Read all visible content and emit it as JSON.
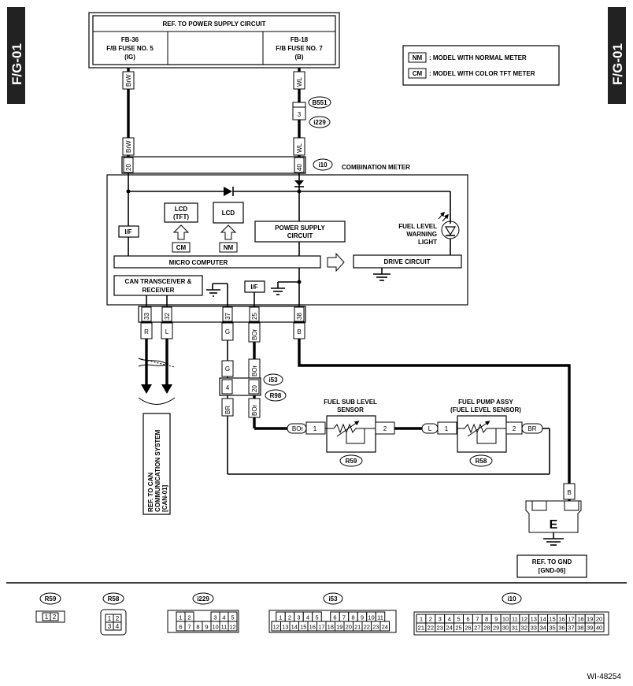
{
  "section_tag": "F/G-01",
  "power_box": {
    "title": "REF. TO POWER SUPPLY CIRCUIT",
    "left": [
      "FB-36",
      "F/B FUSE NO. 5",
      "(IG)"
    ],
    "right": [
      "FB-18",
      "F/B FUSE NO. 7",
      "(B)"
    ]
  },
  "legend": [
    {
      "code": "NM",
      "text": ": MODEL WITH NORMAL METER"
    },
    {
      "code": "CM",
      "text": ": MODEL WITH COLOR TFT METER"
    }
  ],
  "connectors": {
    "b551": "B551",
    "i229": "i229",
    "i10": "i10",
    "i53": "i53",
    "r98": "R98",
    "r59": "R59",
    "r58": "R58",
    "e": "E"
  },
  "meter": {
    "title": "COMBINATION METER",
    "lcd_tft": [
      "LCD",
      "(TFT)"
    ],
    "lcd": "LCD",
    "cm": "CM",
    "nm": "NM",
    "power_supply": [
      "POWER SUPPLY",
      "CIRCUIT"
    ],
    "fuel_light": [
      "FUEL LEVEL",
      "WARNING",
      "LIGHT"
    ],
    "micro": "MICRO COMPUTER",
    "drive": "DRIVE CIRCUIT",
    "can": [
      "CAN TRANSCEIVER &",
      "RECEIVER"
    ],
    "if_label": "I/F"
  },
  "wires": {
    "brw": "BrW",
    "wl": "WL",
    "r": "R",
    "l": "L",
    "g": "G",
    "bor": "BOr",
    "b": "B",
    "br": "BR"
  },
  "pins": {
    "p20": "20",
    "p40": "40",
    "p3": "3",
    "p33": "33",
    "p32": "32",
    "p37": "37",
    "p25": "25",
    "p38": "38",
    "p4": "4",
    "p1": "1",
    "p2": "2"
  },
  "sub_sensor": [
    "FUEL SUB LEVEL",
    "SENSOR"
  ],
  "pump_assy": [
    "FUEL PUMP ASSY",
    "(FUEL LEVEL SENSOR)"
  ],
  "can_ref": [
    "REF. TO CAN",
    "COMMUNICATION SYSTEM",
    "[CAN-01]"
  ],
  "gnd_ref": [
    "REF. TO GND",
    "[GND-06]"
  ],
  "footer": {
    "r59_pins": [
      "1",
      "2"
    ],
    "r58_pins": [
      "1",
      "2",
      "3",
      "4"
    ],
    "i229_pins": [
      "1",
      "2",
      "3",
      "4",
      "5",
      "6",
      "7",
      "8",
      "9",
      "10",
      "11",
      "12"
    ],
    "i53_pins": [
      "1",
      "2",
      "3",
      "4",
      "5",
      "6",
      "7",
      "8",
      "9",
      "10",
      "11",
      "12",
      "13",
      "14",
      "15",
      "16",
      "17",
      "18",
      "19",
      "20",
      "21",
      "22",
      "23",
      "24"
    ],
    "i10_pins": [
      "1",
      "2",
      "3",
      "4",
      "5",
      "6",
      "7",
      "8",
      "9",
      "10",
      "11",
      "12",
      "13",
      "14",
      "15",
      "16",
      "17",
      "18",
      "19",
      "20",
      "21",
      "22",
      "23",
      "24",
      "25",
      "26",
      "27",
      "28",
      "29",
      "30",
      "31",
      "32",
      "33",
      "34",
      "35",
      "36",
      "37",
      "38",
      "39",
      "40"
    ]
  },
  "figure_id": "WI-48254"
}
